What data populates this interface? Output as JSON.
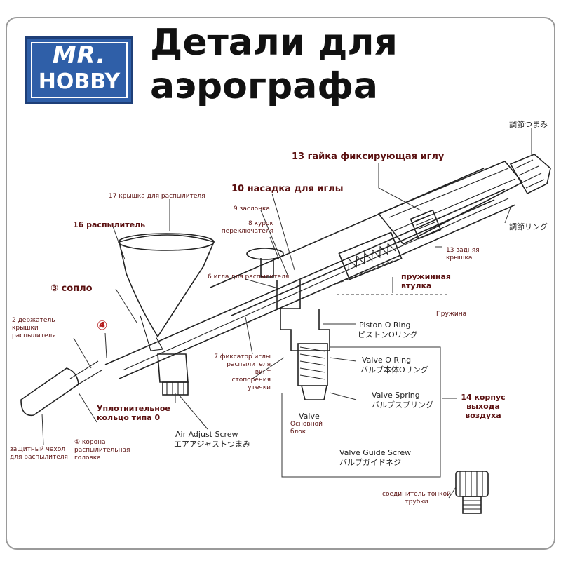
{
  "title_line1": "Детали для",
  "title_line2": "аэрографа",
  "logo": {
    "top": "MR.",
    "bottom": "HOBBY",
    "colors": {
      "bg": "#2f5fa8",
      "text": "#ffffff"
    }
  },
  "labels": {
    "adjust_knob_jp": "調節つまみ",
    "n13_nut": "13 гайка фиксирующая иглу",
    "n17_cap": "17 крышка для распылителя",
    "n10_nozzle": "10 насадка для иглы",
    "n9_valve": "9 заслонка",
    "n8_trigger": "8 курок переключателя",
    "adjust_ring_jp": "調節リング",
    "n16_sprayer": "16 распылитель",
    "n13_rear": "13 задняя крышка",
    "spring_sleeve": "пружинная втулка",
    "n6_needle": "6 игла для распылителя",
    "spring": "Пружина",
    "n3_nozzle": "③ сопло",
    "n2_holder": "2 держатель крышки распылителя",
    "n4_marker": "④",
    "piston_oring_en": "Piston O Ring",
    "piston_oring_jp": "ピストンOリング",
    "n7_fixer": "7 фиксатор иглы распылителя",
    "leak_screw": "винт стопорения утечки",
    "valve_oring_en": "Valve O Ring",
    "valve_oring_jp": "バルブ本体Oリング",
    "valve_spring_en": "Valve Spring",
    "valve_spring_jp": "バルブスプリング",
    "n14_body": "14 корпус выхода воздуха",
    "seal_ring": "Уплотнительное кольцо типа 0",
    "valve_en": "Valve",
    "main_block": "Основной блок",
    "n1_crown": "① корона распылительная головка",
    "air_adjust_en": "Air Adjust Screw",
    "air_adjust_jp": "エアアジャストつまみ",
    "protective_cap": "защитный чехол для распылителя",
    "valve_guide_en": "Valve Guide Screw",
    "valve_guide_jp": "バルブガイドネジ",
    "thin_tube_connector": "соединитель тонкой трубки"
  }
}
